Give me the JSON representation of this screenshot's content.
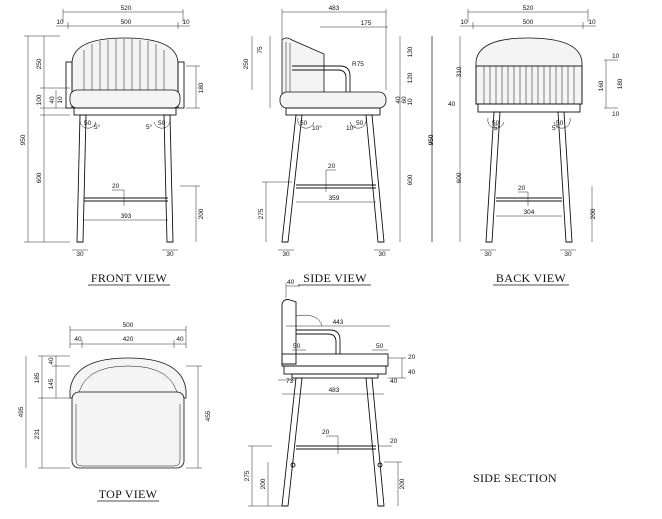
{
  "views": {
    "front": {
      "title": "FRONT VIEW",
      "dims": {
        "overall_width": "520",
        "inner_width": "500",
        "edge_left": "10",
        "edge_right": "10",
        "total_height": "950",
        "back_height": "250",
        "arm_gap": "100",
        "seat_thickness": "40",
        "frame_detail": "10",
        "leg_height": "600",
        "arm_height": "180",
        "stretcher_height": "200",
        "stretcher_width": "393",
        "stretcher_tube": "20",
        "foot_left": "30",
        "foot_right": "30",
        "joint_width_left": "50",
        "joint_width_right": "50",
        "angle_left": "5°",
        "angle_right": "5°"
      }
    },
    "side": {
      "title": "SIDE VIEW",
      "dims": {
        "overall_depth": "483",
        "back_depth": "175",
        "top_detail": "75",
        "back_height": "250",
        "radius": "R75",
        "back_right": "130",
        "arm_right": "120",
        "seat_right_a": "40",
        "seat_right_b": "60",
        "seat_right_c": "10",
        "total_height": "950",
        "leg_height": "600",
        "stretcher_height": "275",
        "stretcher_depth": "359",
        "stretcher_tube": "20",
        "foot_left": "30",
        "foot_right": "30",
        "joint_left": "50",
        "joint_right": "50",
        "angle_left": "10°",
        "angle_right": "10°"
      }
    },
    "back": {
      "title": "BACK VIEW",
      "dims": {
        "overall_width": "520",
        "inner_width": "500",
        "edge_left": "10",
        "edge_right": "10",
        "total_height": "950",
        "back_height": "310",
        "seat_detail": "40",
        "leg_height": "600",
        "side_a": "10",
        "side_b": "160",
        "side_c": "180",
        "side_d": "10",
        "stretcher_height": "200",
        "stretcher_width": "304",
        "stretcher_tube": "20",
        "foot_left": "30",
        "foot_right": "30",
        "joint_left": "50",
        "joint_right": "50",
        "angle_left": "5°",
        "angle_right": "5°"
      }
    },
    "top": {
      "title": "TOP VIEW",
      "dims": {
        "overall_width": "500",
        "edge_left": "40",
        "inner_width": "420",
        "edge_right": "40",
        "total_depth": "495",
        "back_depth": "185",
        "rim": "40",
        "back_inner": "145",
        "seat_depth": "231",
        "seat_right": "455"
      }
    },
    "section": {
      "title": "SIDE SECTION",
      "dims": {
        "back_top": "40",
        "arm_depth": "443",
        "arm_left": "50",
        "arm_right": "50",
        "seat_front_a": "20",
        "seat_front_b": "40",
        "seat_front_c": "40",
        "base_left": "73",
        "base_depth": "483",
        "stretcher_tube": "20",
        "stretcher_right": "20",
        "stretcher_height": "275",
        "leg_left": "200",
        "leg_right": "200"
      }
    }
  },
  "colors": {
    "line": "#111111",
    "fabric": "#f4f4f4",
    "background": "#ffffff"
  }
}
